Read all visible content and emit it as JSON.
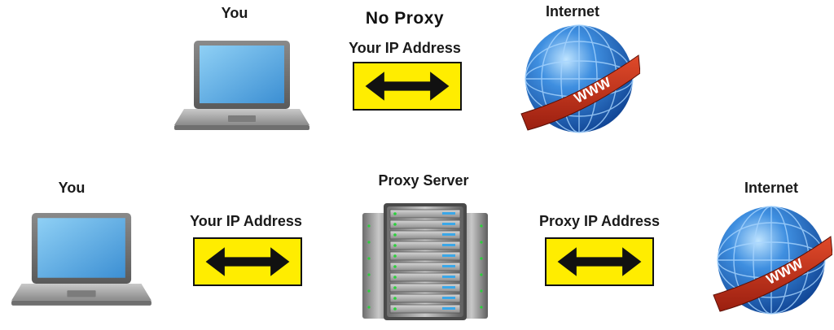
{
  "no_proxy": {
    "title": "No Proxy",
    "you_label": "You",
    "link_label": "Your IP Address",
    "internet_label": "Internet",
    "globe_band_text": "WWW"
  },
  "with_proxy": {
    "you_label": "You",
    "link_left_label": "Your IP Address",
    "server_label": "Proxy Server",
    "link_right_label": "Proxy IP Address",
    "internet_label": "Internet",
    "globe_band_text": "WWW"
  }
}
